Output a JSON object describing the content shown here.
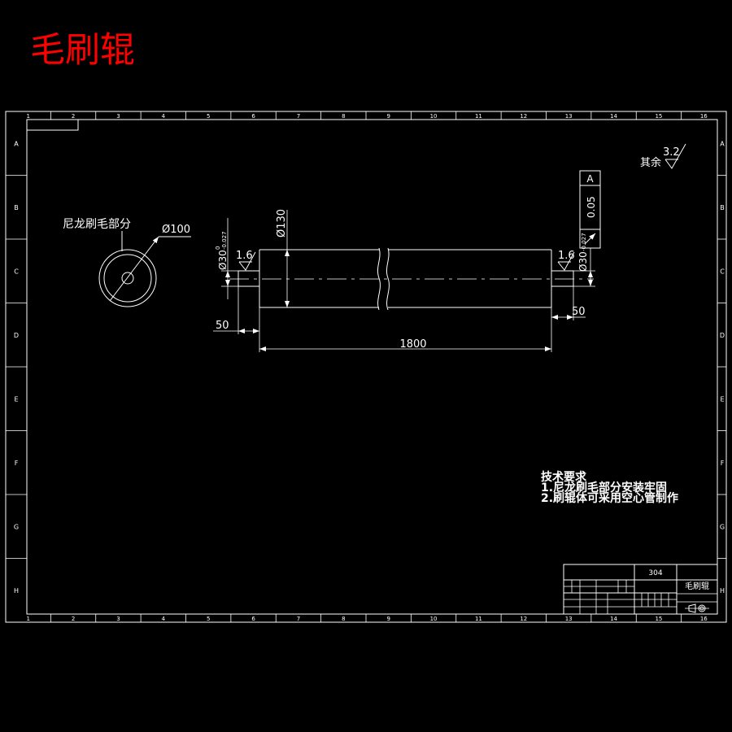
{
  "title": "毛刷辊",
  "frame": {
    "columns": [
      "1",
      "2",
      "3",
      "4",
      "5",
      "6",
      "7",
      "8",
      "9",
      "10",
      "11",
      "12",
      "13",
      "14",
      "15",
      "16"
    ],
    "rows": [
      "A",
      "B",
      "C",
      "D",
      "E",
      "F",
      "G",
      "H"
    ]
  },
  "end_view": {
    "label": "尼龙刷毛部分",
    "diameter": "Ø100"
  },
  "main_view": {
    "length": "1800",
    "left_shaft_length": "50",
    "right_shaft_length": "50",
    "body_diameter": "Ø130",
    "left_shaft": {
      "diameter": "Ø30",
      "upper_tol": "0",
      "lower_tol": "-0.027"
    },
    "right_shaft": {
      "diameter": "Ø30",
      "lower_tol": "-0.027"
    },
    "left_roughness": "1.6",
    "right_roughness": "1.6",
    "runout": {
      "tolerance": "0.05",
      "datum": "A"
    }
  },
  "general_roughness": {
    "label": "其余",
    "value": "3.2"
  },
  "notes": {
    "heading": "技术要求",
    "items": [
      "1.尼龙刷毛部分安装牢固",
      "2.刷辊体可采用空心管制作"
    ]
  },
  "title_block": {
    "material": "304",
    "part_name": "毛刷辊"
  },
  "colors": {
    "background": "#000000",
    "lines": "#ffffff",
    "title": "#ff0000"
  },
  "icons": {
    "roughness": "surface-roughness-icon",
    "runout": "circular-runout-icon",
    "projection": "first-angle-projection-icon"
  }
}
